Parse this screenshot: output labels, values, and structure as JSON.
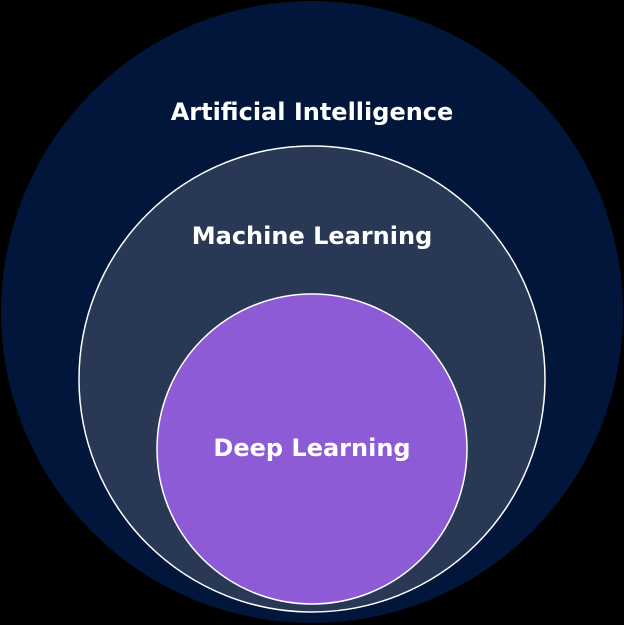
{
  "diagram": {
    "outer": {
      "label": "Artificial Intelligence",
      "color": "#01163a"
    },
    "middle": {
      "label": "Machine Learning",
      "color": "#293955"
    },
    "inner": {
      "label": "Deep Learning",
      "color": "#8d5bd6"
    },
    "stroke": "#ffffff"
  }
}
